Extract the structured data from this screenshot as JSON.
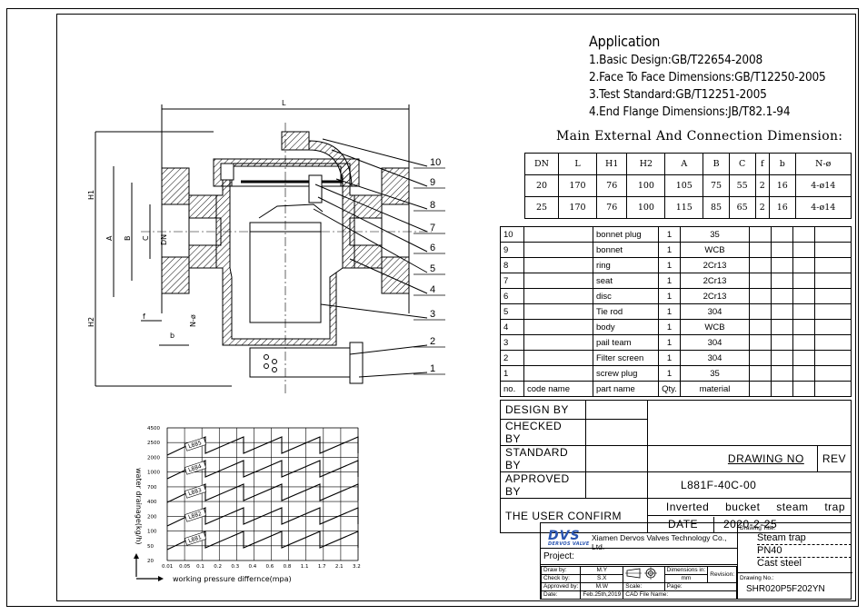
{
  "application": {
    "title": "Application",
    "items": [
      "1.Basic Design:GB/T22654-2008",
      "2.Face To Face Dimensions:GB/T12250-2005",
      "3.Test Standard:GB/T12251-2005",
      "4.End Flange Dimensions:JB/T82.1-94"
    ]
  },
  "dimensions": {
    "title": "Main External And Connection Dimension:",
    "headers": [
      "DN",
      "L",
      "H1",
      "H2",
      "A",
      "B",
      "C",
      "f",
      "b",
      "N-ø"
    ],
    "rows": [
      [
        "20",
        "170",
        "76",
        "100",
        "105",
        "75",
        "55",
        "2",
        "16",
        "4-ø14"
      ],
      [
        "25",
        "170",
        "76",
        "100",
        "115",
        "85",
        "65",
        "2",
        "16",
        "4-ø14"
      ]
    ]
  },
  "bom": {
    "rows": [
      [
        "10",
        "",
        "bonnet plug",
        "1",
        "35"
      ],
      [
        "9",
        "",
        "bonnet",
        "1",
        "WCB"
      ],
      [
        "8",
        "",
        "ring",
        "1",
        "2Cr13"
      ],
      [
        "7",
        "",
        "seat",
        "1",
        "2Cr13"
      ],
      [
        "6",
        "",
        "disc",
        "1",
        "2Cr13"
      ],
      [
        "5",
        "",
        "Tie rod",
        "1",
        "304"
      ],
      [
        "4",
        "",
        "body",
        "1",
        "WCB"
      ],
      [
        "3",
        "",
        "pail team",
        "1",
        "304"
      ],
      [
        "2",
        "",
        "Filter screen",
        "1",
        "304"
      ],
      [
        "1",
        "",
        "screw plug",
        "1",
        "35"
      ]
    ],
    "header": [
      "no.",
      "code name",
      "part name",
      "Qty.",
      "material"
    ]
  },
  "signoff": {
    "design": "DESIGN  BY",
    "checked": "CHECKED  BY",
    "standard": "STANDARD BY",
    "approved": "APPROVED BY",
    "user_confirm": "THE USER CONFIRM",
    "drawing_no_label": "DRAWING NO",
    "rev": "REV",
    "drawing_no": "L881F-40C-00",
    "product": "Inverted bucket steam trap",
    "date_label": "DATE",
    "date": "2020-2-25"
  },
  "title_block": {
    "logo": "DVS",
    "logo_sub": "DERVOS VALVE",
    "company": "Xiamen Dervos Valves Technology Co., Ltd.",
    "project": "Project:",
    "draw_by_label": "Draw by:",
    "draw_by": "M.Y",
    "check_by_label": "Check by:",
    "check_by": "S.X",
    "approved_by_label": "Approved by:",
    "approved_by": "M.W",
    "date_label": "Date:",
    "date": "Feb.25th,2019",
    "dims_in_label": "Dimensions in:",
    "dims_in": "mm",
    "revision_label": "Revision:",
    "scale_label": "Scale:",
    "page_label": "Page:",
    "cad_label": "CAD File Name:",
    "drawing_title_label": "Drawing Title:",
    "drawing_title": [
      "Steam trap",
      "PN40",
      "Cast steel"
    ],
    "drawing_no_label": "Drawing No.:",
    "drawing_no": "SHR020P5F202YN"
  },
  "drawing": {
    "dim_labels": {
      "L": "L",
      "H1": "H1",
      "H2": "H2",
      "A": "A",
      "B": "B",
      "C": "C",
      "DN": "DN",
      "f": "f",
      "b": "b",
      "N": "N-ø"
    },
    "callouts": [
      "10",
      "9",
      "8",
      "7",
      "6",
      "5",
      "4",
      "3",
      "2",
      "1"
    ]
  },
  "graph": {
    "ylabel": "water drainage(kg/h)",
    "xlabel": "working pressure differnce(mpa)",
    "yticks": [
      "4500",
      "2500",
      "2000",
      "1000",
      "700",
      "400",
      "200",
      "100",
      "50",
      "20"
    ],
    "xticks": [
      "0.01",
      "0.05",
      "0.1",
      "0.2",
      "0.3",
      "0.4",
      "0.6",
      "0.8",
      "1.1",
      "1.7",
      "2.1",
      "3.2"
    ],
    "models": [
      "L885",
      "L884",
      "L883",
      "L882",
      "L881"
    ]
  }
}
